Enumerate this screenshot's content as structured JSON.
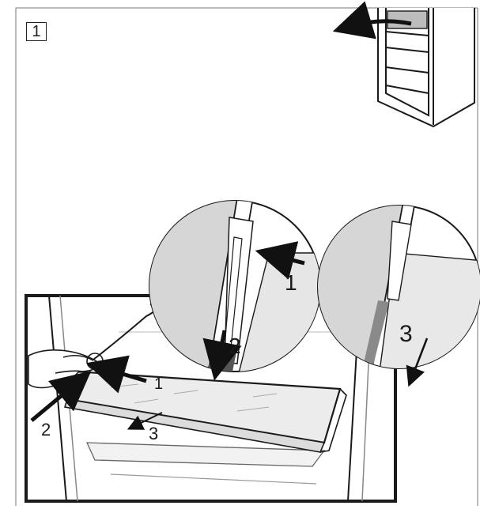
{
  "step": {
    "number": "1"
  },
  "callouts": {
    "main_1": "1",
    "main_2": "2",
    "main_3": "3",
    "zoom_left_1": "1",
    "zoom_left_2": "2",
    "zoom_right_3": "3"
  },
  "colors": {
    "line": "#1a1a1a",
    "glass": "#e8e8e8",
    "zoom_fill": "#d9d9d9",
    "arrow": "#111111"
  }
}
